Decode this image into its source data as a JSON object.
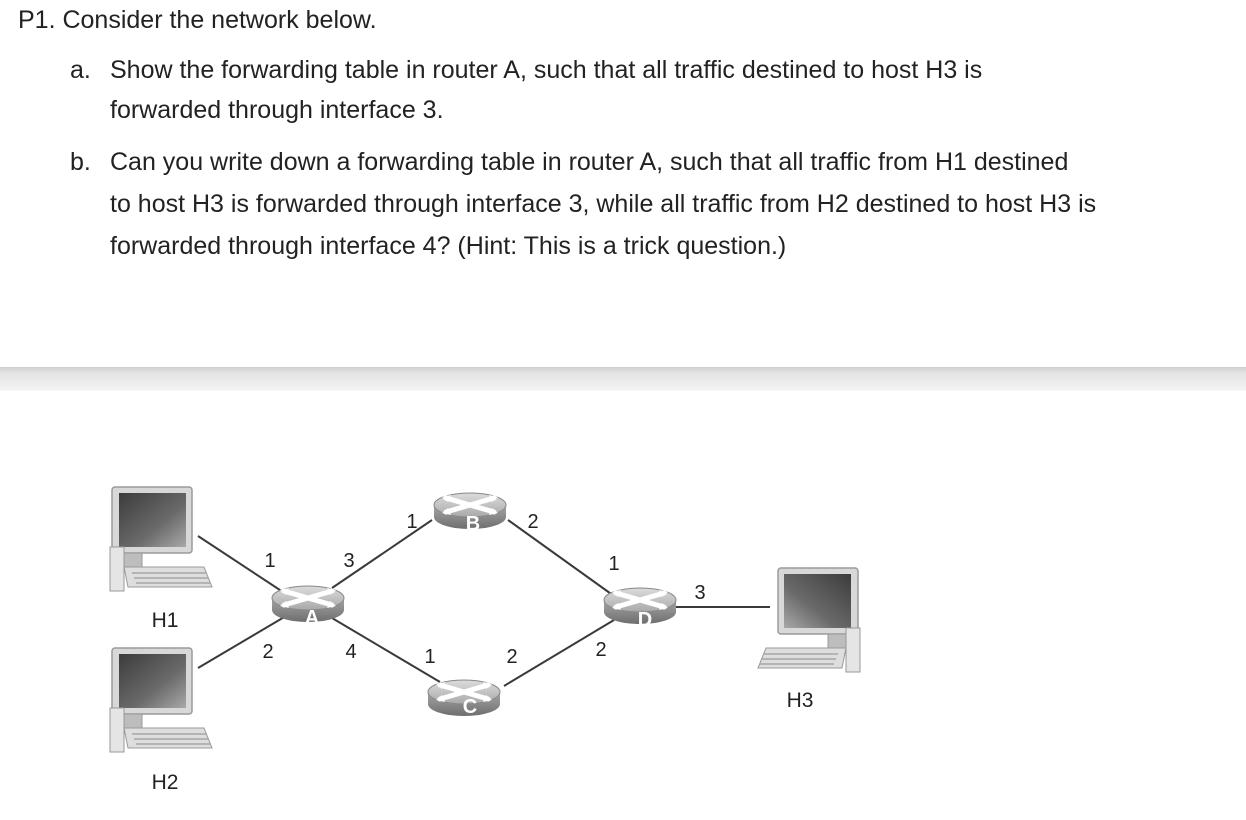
{
  "problem": {
    "title": "P1. Consider the network below.",
    "parts": [
      {
        "marker": "a.",
        "lines": [
          "Show the forwarding table in router A, such that all traffic destined to host H3 is",
          "forwarded through interface 3."
        ]
      },
      {
        "marker": "b.",
        "lines": [
          "Can you write down a forwarding table in router A, such that all traffic from H1 destined",
          "to host H3 is forwarded through interface 3, while all traffic from H2 destined to host H3 is",
          "forwarded through interface 4? (Hint: This is a trick question.)"
        ]
      }
    ]
  },
  "diagram": {
    "hosts": {
      "h1": "H1",
      "h2": "H2",
      "h3": "H3"
    },
    "routers": {
      "a": "A",
      "b": "B",
      "c": "C",
      "d": "D"
    },
    "interfaces": {
      "a1": "1",
      "a2": "2",
      "a3": "3",
      "a4": "4",
      "b1": "1",
      "b2": "2",
      "c1": "1",
      "c2": "2",
      "d1": "1",
      "d2": "2",
      "d3": "3"
    },
    "colors": {
      "text": "#222222",
      "band": "#e2e2e2",
      "router_body": "#8c8c8c",
      "router_top": "#c9c9c9",
      "link": "#3a3a3a",
      "monitor_screen": "#555555"
    }
  }
}
